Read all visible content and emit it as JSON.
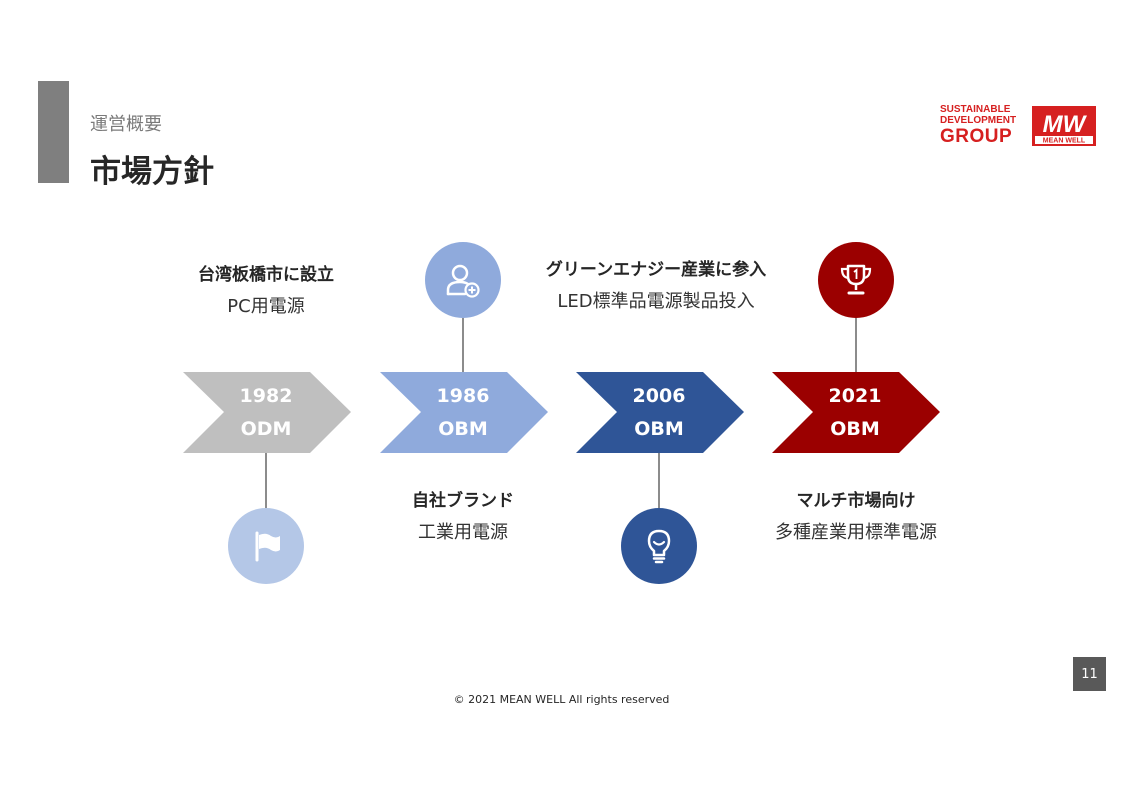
{
  "header": {
    "subtitle": "運営概要",
    "title": "市場方針"
  },
  "logo": {
    "line1": "SUSTAINABLE",
    "line2": "DEVELOPMENT",
    "line3": "GROUP",
    "badge_mark": "MW",
    "badge_text": "MEAN WELL"
  },
  "colors": {
    "gray": "#bfbfbf",
    "light_blue": "#8faadc",
    "dark_blue": "#2f5597",
    "dark_red": "#9b0000",
    "flag_circle": "#b4c7e7"
  },
  "timeline": [
    {
      "year": "1982",
      "model": "ODM",
      "icon": "flag-icon"
    },
    {
      "year": "1986",
      "model": "OBM",
      "icon": "user-add-icon"
    },
    {
      "year": "2006",
      "model": "OBM",
      "icon": "lightbulb-icon"
    },
    {
      "year": "2021",
      "model": "OBM",
      "icon": "trophy-icon"
    }
  ],
  "captions": [
    {
      "heading": "台湾板橋市に設立",
      "detail": "PC用電源"
    },
    {
      "heading": "自社ブランド",
      "detail": "工業用電源"
    },
    {
      "heading": "グリーンエナジー産業に参入",
      "detail": "LED標準品電源製品投入"
    },
    {
      "heading": "マルチ市場向け",
      "detail": "多種産業用標準電源"
    }
  ],
  "page_number": "11",
  "footer": "© 2021 MEAN WELL All rights reserved"
}
